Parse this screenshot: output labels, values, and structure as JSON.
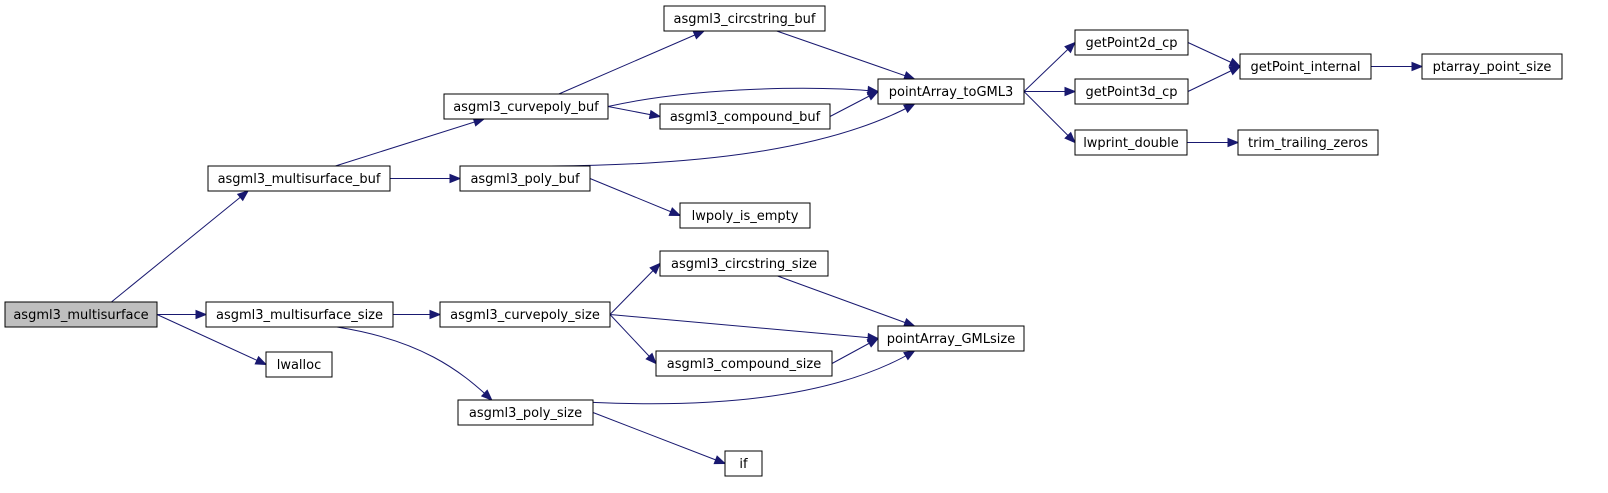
{
  "graph": {
    "title": "asgml3_multisurface call graph",
    "colors": {
      "edge": "#191970",
      "root_fill": "#bfbfbf",
      "node_fill": "#ffffff",
      "border": "#000000"
    },
    "nodes": [
      {
        "id": "n0",
        "label": "asgml3_multisurface",
        "root": true
      },
      {
        "id": "n1",
        "label": "asgml3_multisurface_buf"
      },
      {
        "id": "n2",
        "label": "asgml3_multisurface_size"
      },
      {
        "id": "n3",
        "label": "lwalloc"
      },
      {
        "id": "n4",
        "label": "asgml3_curvepoly_buf"
      },
      {
        "id": "n5",
        "label": "asgml3_poly_buf"
      },
      {
        "id": "n6",
        "label": "asgml3_circstring_buf"
      },
      {
        "id": "n7",
        "label": "asgml3_compound_buf"
      },
      {
        "id": "n8",
        "label": "pointArray_toGML3"
      },
      {
        "id": "n9",
        "label": "lwpoly_is_empty"
      },
      {
        "id": "n10",
        "label": "getPoint2d_cp"
      },
      {
        "id": "n11",
        "label": "getPoint3d_cp"
      },
      {
        "id": "n12",
        "label": "lwprint_double"
      },
      {
        "id": "n13",
        "label": "getPoint_internal"
      },
      {
        "id": "n14",
        "label": "trim_trailing_zeros"
      },
      {
        "id": "n15",
        "label": "ptarray_point_size"
      },
      {
        "id": "n16",
        "label": "asgml3_curvepoly_size"
      },
      {
        "id": "n17",
        "label": "asgml3_poly_size"
      },
      {
        "id": "n18",
        "label": "asgml3_circstring_size"
      },
      {
        "id": "n19",
        "label": "asgml3_compound_size"
      },
      {
        "id": "n20",
        "label": "pointArray_GMLsize"
      },
      {
        "id": "n21",
        "label": "if"
      }
    ],
    "edges": [
      {
        "from": "n0",
        "to": "n1"
      },
      {
        "from": "n0",
        "to": "n2"
      },
      {
        "from": "n0",
        "to": "n3"
      },
      {
        "from": "n1",
        "to": "n4"
      },
      {
        "from": "n1",
        "to": "n5"
      },
      {
        "from": "n4",
        "to": "n6"
      },
      {
        "from": "n4",
        "to": "n8"
      },
      {
        "from": "n4",
        "to": "n7"
      },
      {
        "from": "n6",
        "to": "n8"
      },
      {
        "from": "n7",
        "to": "n8"
      },
      {
        "from": "n5",
        "to": "n8"
      },
      {
        "from": "n5",
        "to": "n9"
      },
      {
        "from": "n8",
        "to": "n10"
      },
      {
        "from": "n8",
        "to": "n11"
      },
      {
        "from": "n8",
        "to": "n12"
      },
      {
        "from": "n10",
        "to": "n13"
      },
      {
        "from": "n11",
        "to": "n13"
      },
      {
        "from": "n13",
        "to": "n15"
      },
      {
        "from": "n12",
        "to": "n14"
      },
      {
        "from": "n2",
        "to": "n16"
      },
      {
        "from": "n2",
        "to": "n17"
      },
      {
        "from": "n16",
        "to": "n18"
      },
      {
        "from": "n16",
        "to": "n20"
      },
      {
        "from": "n16",
        "to": "n19"
      },
      {
        "from": "n18",
        "to": "n20"
      },
      {
        "from": "n19",
        "to": "n20"
      },
      {
        "from": "n17",
        "to": "n20"
      },
      {
        "from": "n17",
        "to": "n21"
      }
    ]
  }
}
